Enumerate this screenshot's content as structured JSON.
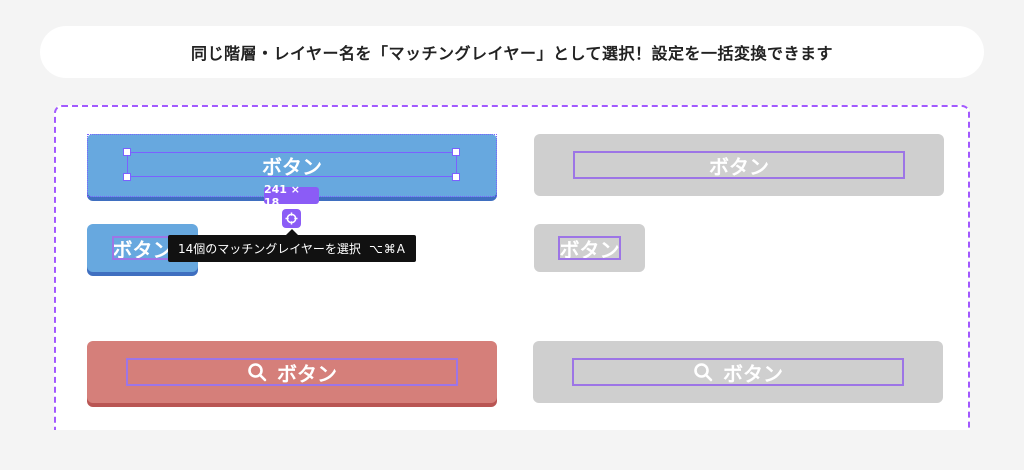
{
  "banner": {
    "text": "同じ階層・レイヤー名を「マッチングレイヤー」として選択！設定を一括変換できます"
  },
  "buttons": {
    "wide_blue": "ボタン",
    "wide_gray": "ボタン",
    "small_blue": "ボタン",
    "small_gray": "ボタン",
    "icon_red": "ボタン",
    "icon_gray": "ボタン"
  },
  "selection": {
    "size_label": "241 × 18"
  },
  "tooltip": {
    "text": "14個のマッチングレイヤーを選択",
    "shortcut": "⌥⌘A"
  },
  "icons": {
    "search": "search-icon",
    "target": "target-icon"
  },
  "colors": {
    "blue": "#67a8df",
    "red": "#d57f7a",
    "gray": "#cfcfcf",
    "accent": "#8b5cf6",
    "match": "#9d75e6"
  }
}
